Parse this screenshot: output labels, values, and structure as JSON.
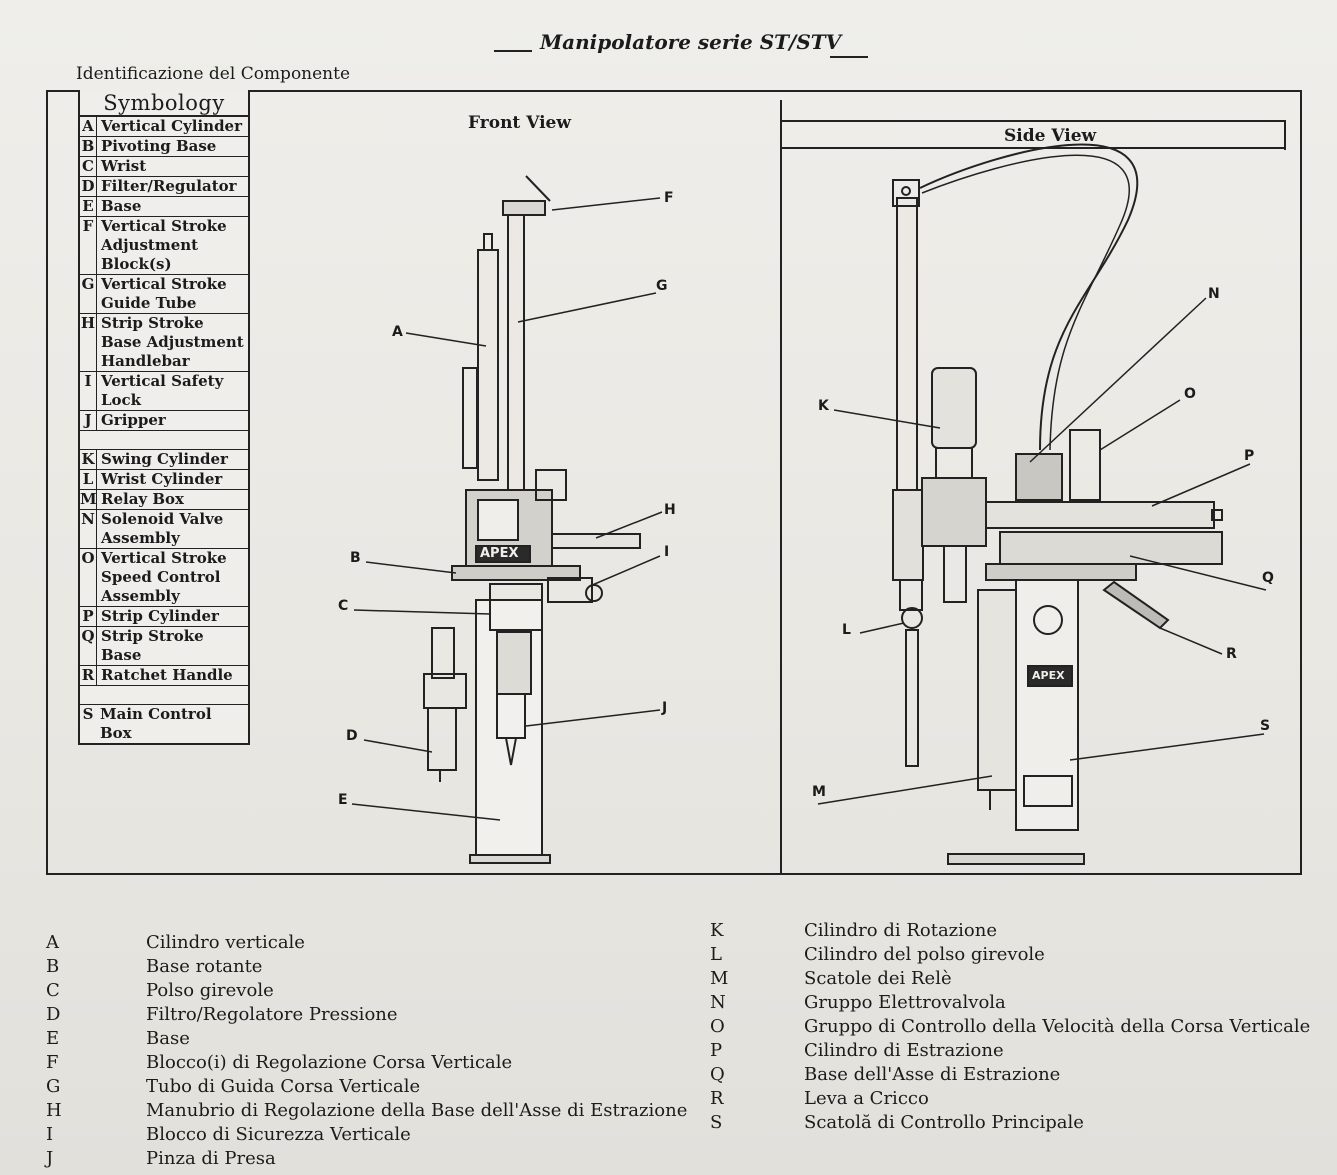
{
  "header": {
    "title": "Manipolatore serie ST/STV",
    "subtitle": "Identificazione del Componente"
  },
  "symbology": {
    "heading": "Symbology",
    "items": [
      {
        "letter": "A",
        "label": "Vertical Cylinder"
      },
      {
        "letter": "B",
        "label": "Pivoting Base"
      },
      {
        "letter": "C",
        "label": "Wrist"
      },
      {
        "letter": "D",
        "label": "Filter/Regulator"
      },
      {
        "letter": "E",
        "label": "Base"
      },
      {
        "letter": "F",
        "label": "Vertical Stroke\nAdjustment\nBlock(s)"
      },
      {
        "letter": "G",
        "label": "Vertical Stroke\nGuide Tube"
      },
      {
        "letter": "H",
        "label": "Strip Stroke\nBase Adjustment\nHandlebar"
      },
      {
        "letter": "I",
        "label": "Vertical Safety\nLock"
      },
      {
        "letter": "J",
        "label": "Gripper"
      },
      {
        "letter": "K",
        "label": "Swing Cylinder"
      },
      {
        "letter": "L",
        "label": "Wrist Cylinder"
      },
      {
        "letter": "M",
        "label": "Relay Box"
      },
      {
        "letter": "N",
        "label": "Solenoid Valve\nAssembly"
      },
      {
        "letter": "O",
        "label": "Vertical Stroke\nSpeed Control\nAssembly"
      },
      {
        "letter": "P",
        "label": "Strip Cylinder"
      },
      {
        "letter": "Q",
        "label": "Strip Stroke\nBase"
      },
      {
        "letter": "R",
        "label": "Ratchet Handle"
      },
      {
        "letter": "S",
        "label": "Main Control\nBox"
      }
    ]
  },
  "views": {
    "front": "Front View",
    "side": "Side View"
  },
  "brand": "APEX",
  "callouts": [
    "A",
    "B",
    "C",
    "D",
    "E",
    "F",
    "G",
    "H",
    "I",
    "J",
    "K",
    "L",
    "M",
    "N",
    "O",
    "P",
    "Q",
    "R",
    "S"
  ],
  "legend": {
    "left": [
      {
        "letter": "A",
        "label": "Cilindro verticale"
      },
      {
        "letter": "B",
        "label": "Base rotante"
      },
      {
        "letter": "C",
        "label": "Polso girevole"
      },
      {
        "letter": "D",
        "label": "Filtro/Regolatore Pressione"
      },
      {
        "letter": "E",
        "label": "Base"
      },
      {
        "letter": "F",
        "label": "Blocco(i) di Regolazione Corsa Verticale"
      },
      {
        "letter": "G",
        "label": "Tubo di Guida Corsa Verticale"
      },
      {
        "letter": "H",
        "label": "Manubrio di Regolazione della Base dell'Asse di Estrazione"
      },
      {
        "letter": "I",
        "label": "Blocco di Sicurezza Verticale"
      },
      {
        "letter": "J",
        "label": "Pinza di Presa"
      }
    ],
    "right": [
      {
        "letter": "K",
        "label": "Cilindro di Rotazione"
      },
      {
        "letter": "L",
        "label": "Cilindro del polso girevole"
      },
      {
        "letter": "M",
        "label": "Scatole dei Relè"
      },
      {
        "letter": "N",
        "label": "Gruppo Elettrovalvola"
      },
      {
        "letter": "O",
        "label": "Gruppo di Controllo della Velocità della Corsa Verticale"
      },
      {
        "letter": "P",
        "label": "Cilindro di Estrazione"
      },
      {
        "letter": "Q",
        "label": "Base dell'Asse di Estrazione"
      },
      {
        "letter": "R",
        "label": "Leva a Cricco"
      },
      {
        "letter": "S",
        "label": "Scatolă di Controllo Principale"
      }
    ]
  }
}
